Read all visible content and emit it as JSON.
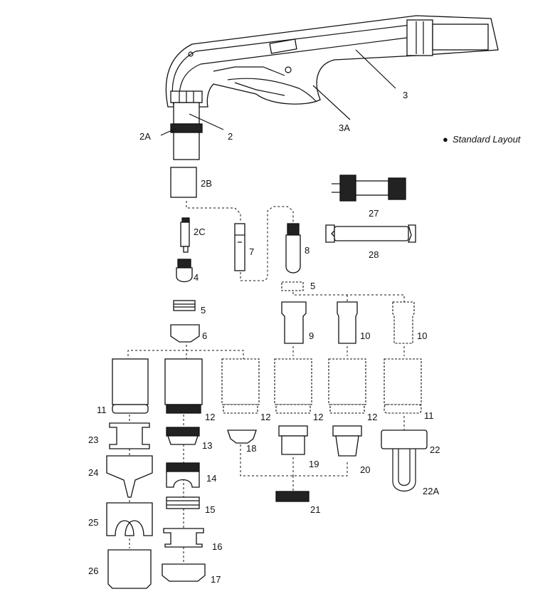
{
  "legend": {
    "bullet": "●",
    "text": "Standard Layout"
  },
  "labels": {
    "p2A": "2A",
    "p2": "2",
    "p2B": "2B",
    "p2C": "2C",
    "p3": "3",
    "p3A": "3A",
    "p4": "4",
    "p5a": "5",
    "p5b": "5",
    "p6": "6",
    "p7": "7",
    "p8": "8",
    "p9": "9",
    "p10a": "10",
    "p10b": "10",
    "p11a": "11",
    "p11b": "11",
    "p12a": "12",
    "p12b": "12",
    "p12c": "12",
    "p12d": "12",
    "p13": "13",
    "p14": "14",
    "p15": "15",
    "p16": "16",
    "p17": "17",
    "p18": "18",
    "p19": "19",
    "p20": "20",
    "p21": "21",
    "p22": "22",
    "p22A": "22A",
    "p23": "23",
    "p24": "24",
    "p25": "25",
    "p26": "26",
    "p27": "27",
    "p28": "28"
  }
}
